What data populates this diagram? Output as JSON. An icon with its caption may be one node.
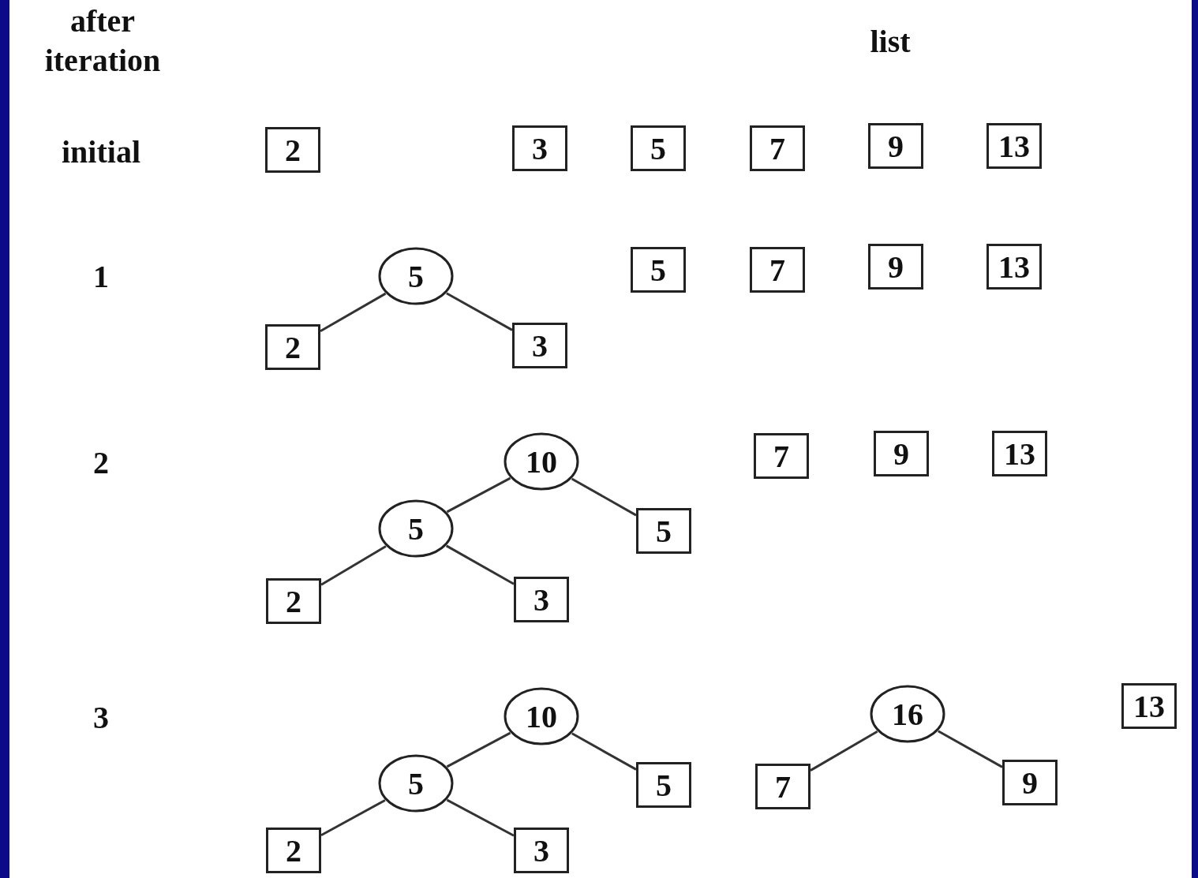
{
  "diagram": {
    "nodes": [
      {
        "text": [
          "2"
        ]
      },
      {
        "text": [
          "3"
        ]
      },
      {
        "text": [
          "5"
        ]
      },
      {
        "text": [
          "7"
        ]
      },
      {
        "text": [
          "9"
        ]
      },
      {
        "text": [
          "13"
        ]
      },
      {
        "text": [
          "5"
        ]
      },
      {
        "text": [
          "5"
        ]
      },
      {
        "text": [
          "7"
        ]
      },
      {
        "text": [
          "9"
        ]
      },
      {
        "text": [
          "13"
        ]
      },
      {
        "text": [
          "2"
        ]
      },
      {
        "text": [
          "3"
        ]
      },
      {
        "text": [
          "10"
        ]
      },
      {
        "text": [
          "7"
        ]
      },
      {
        "text": [
          "9"
        ]
      },
      {
        "text": [
          "13"
        ]
      },
      {
        "text": [
          "5"
        ]
      },
      {
        "text": [
          "5"
        ]
      },
      {
        "text": [
          "2"
        ]
      },
      {
        "text": [
          "3"
        ]
      },
      {
        "text": [
          "10"
        ]
      },
      {
        "text": [
          "16"
        ]
      },
      {
        "text": [
          "13"
        ]
      },
      {
        "text": [
          "5"
        ]
      },
      {
        "text": [
          "5"
        ]
      },
      {
        "text": [
          "7"
        ]
      },
      {
        "text": [
          "9"
        ]
      },
      {
        "text": [
          "2"
        ]
      },
      {
        "text": [
          "3"
        ]
      }
    ],
    "edges": [
      {
        "from": 6,
        "to": 11,
        "arrow": "none"
      },
      {
        "from": 6,
        "to": 12,
        "arrow": "none"
      },
      {
        "from": 13,
        "to": 17,
        "arrow": "none"
      },
      {
        "from": 13,
        "to": 18,
        "arrow": "none"
      },
      {
        "from": 17,
        "to": 19,
        "arrow": "none"
      },
      {
        "from": 17,
        "to": 20,
        "arrow": "none"
      },
      {
        "from": 21,
        "to": 24,
        "arrow": "none"
      },
      {
        "from": 21,
        "to": 25,
        "arrow": "none"
      },
      {
        "from": 24,
        "to": 28,
        "arrow": "none"
      },
      {
        "from": 24,
        "to": 29,
        "arrow": "none"
      },
      {
        "from": 22,
        "to": 26,
        "arrow": "none"
      },
      {
        "from": 22,
        "to": 27,
        "arrow": "none"
      }
    ],
    "labels": [
      "after iteration",
      "list",
      "initial",
      "1",
      "2",
      "3"
    ]
  }
}
